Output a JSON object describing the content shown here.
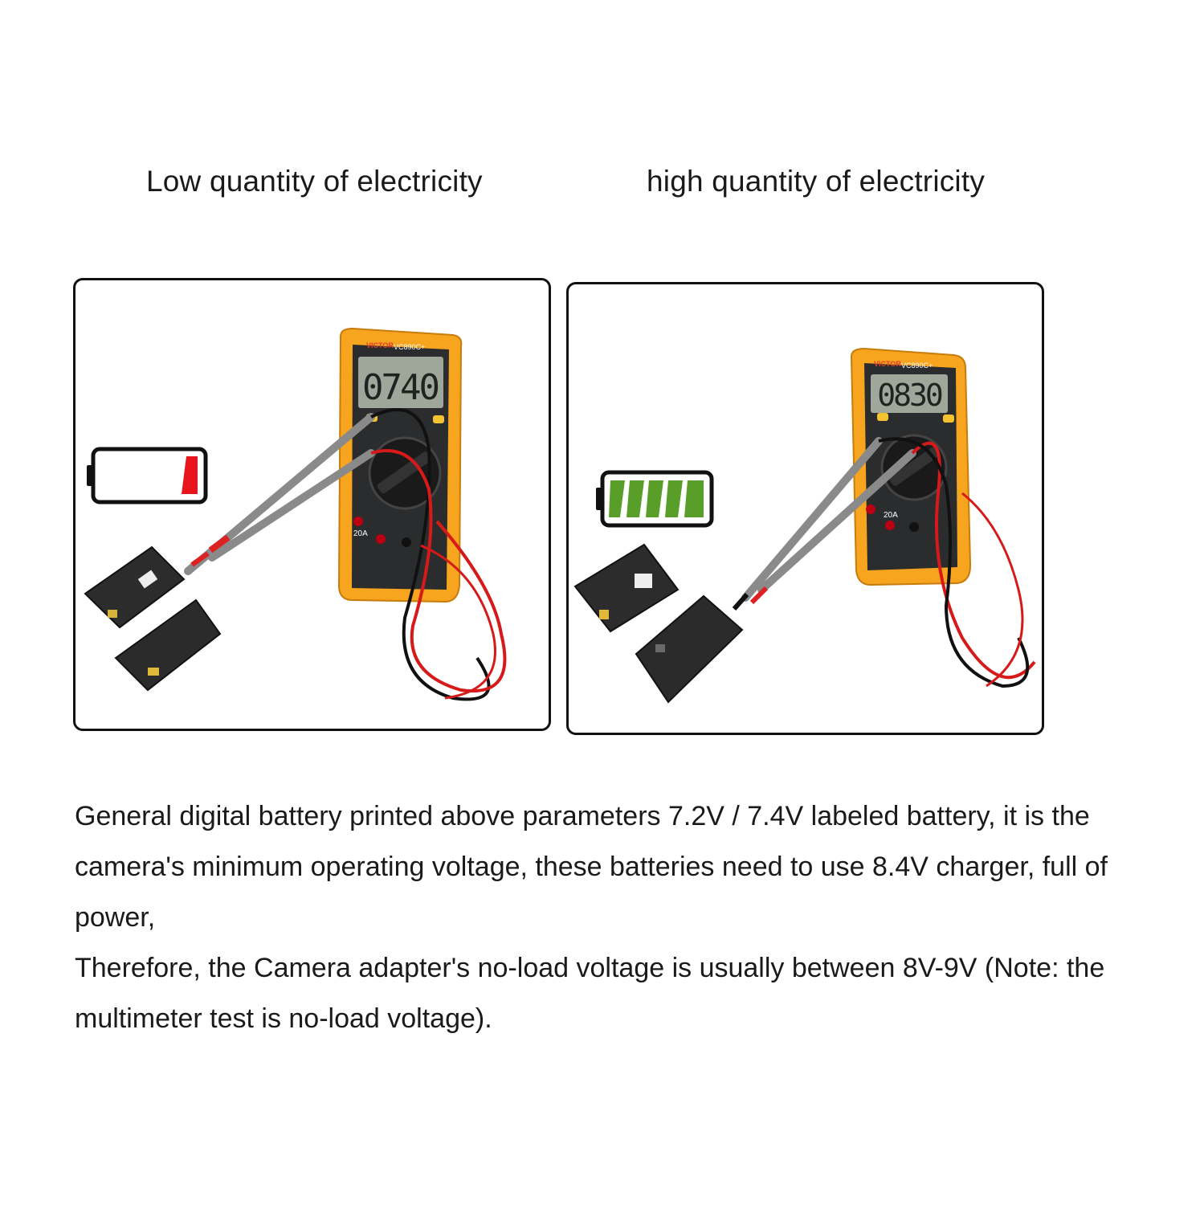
{
  "headings": {
    "left": "Low quantity of electricity",
    "right": "high quantity of electricity"
  },
  "panels": {
    "left": {
      "meter_reading": "0740",
      "meter_brand": "VICTOR",
      "meter_model": "VC890C+",
      "jack_label": "20A",
      "battery_level": 0.2,
      "battery_color": "#e8141b"
    },
    "right": {
      "meter_reading": "0830",
      "meter_brand": "VICTOR",
      "meter_model": "VC890C+",
      "jack_label": "20A",
      "battery_level": 1.0,
      "battery_color": "#5a9e2a"
    }
  },
  "description": {
    "line1": "General digital battery printed above parameters 7.2V / 7.4V labeled battery, it is the camera's minimum operating voltage, these batteries need to use 8.4V charger, full of power,",
    "line2": "Therefore, the Camera adapter's no-load voltage is usually between 8V-9V (Note: the multimeter test is no-load voltage)."
  }
}
